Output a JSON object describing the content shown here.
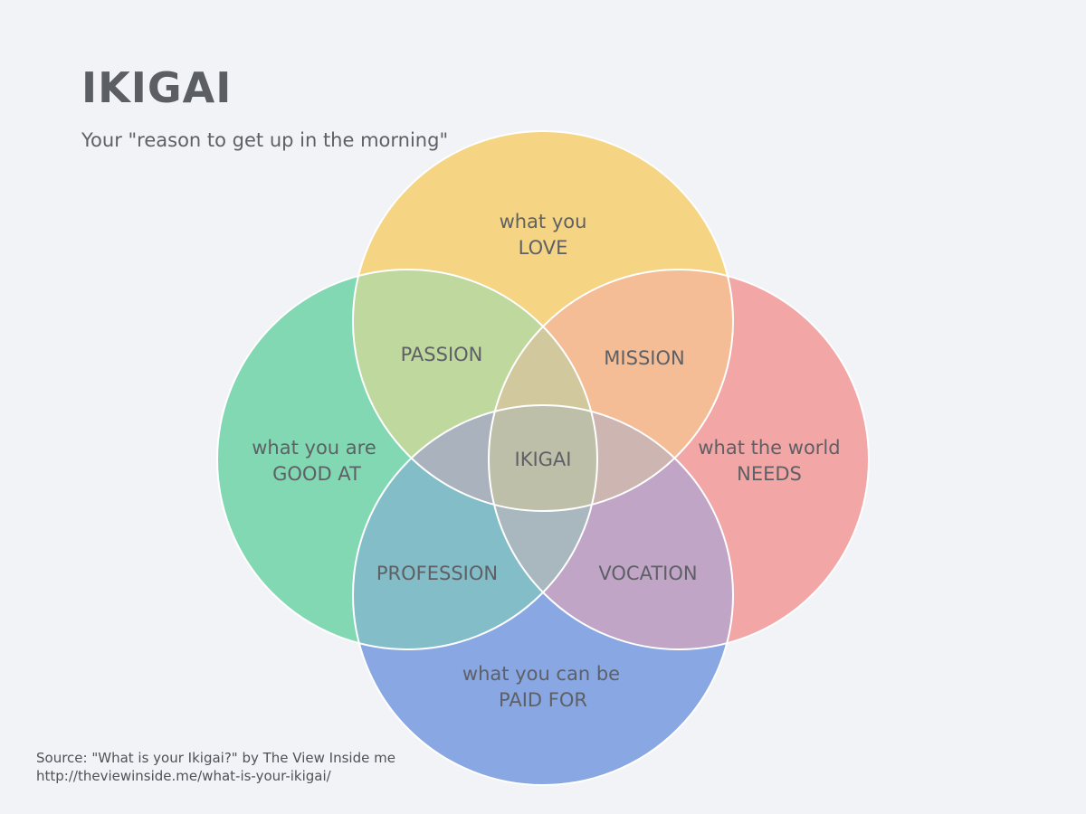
{
  "title": "IKIGAI",
  "subtitle": "Your \"reason to get up in the morning\"",
  "circles": {
    "love": {
      "line1": "what you",
      "line2": "LOVE",
      "color": "#f5d584"
    },
    "good_at": {
      "line1": "what you are",
      "line2": "GOOD AT",
      "color": "#82d8b3"
    },
    "world_needs": {
      "line1": "what the world",
      "line2": "NEEDS",
      "color": "#f2a6a6"
    },
    "paid_for": {
      "line1": "what you can be",
      "line2": "PAID FOR",
      "color": "#88a7e3"
    }
  },
  "overlaps": {
    "passion": "PASSION",
    "mission": "MISSION",
    "profession": "PROFESSION",
    "vocation": "VOCATION",
    "center": "IKIGAI"
  },
  "source": {
    "line1": "Source: \"What is your Ikigai?\" by The View Inside me",
    "line2": "http://theviewinside.me/what-is-your-ikigai/"
  }
}
